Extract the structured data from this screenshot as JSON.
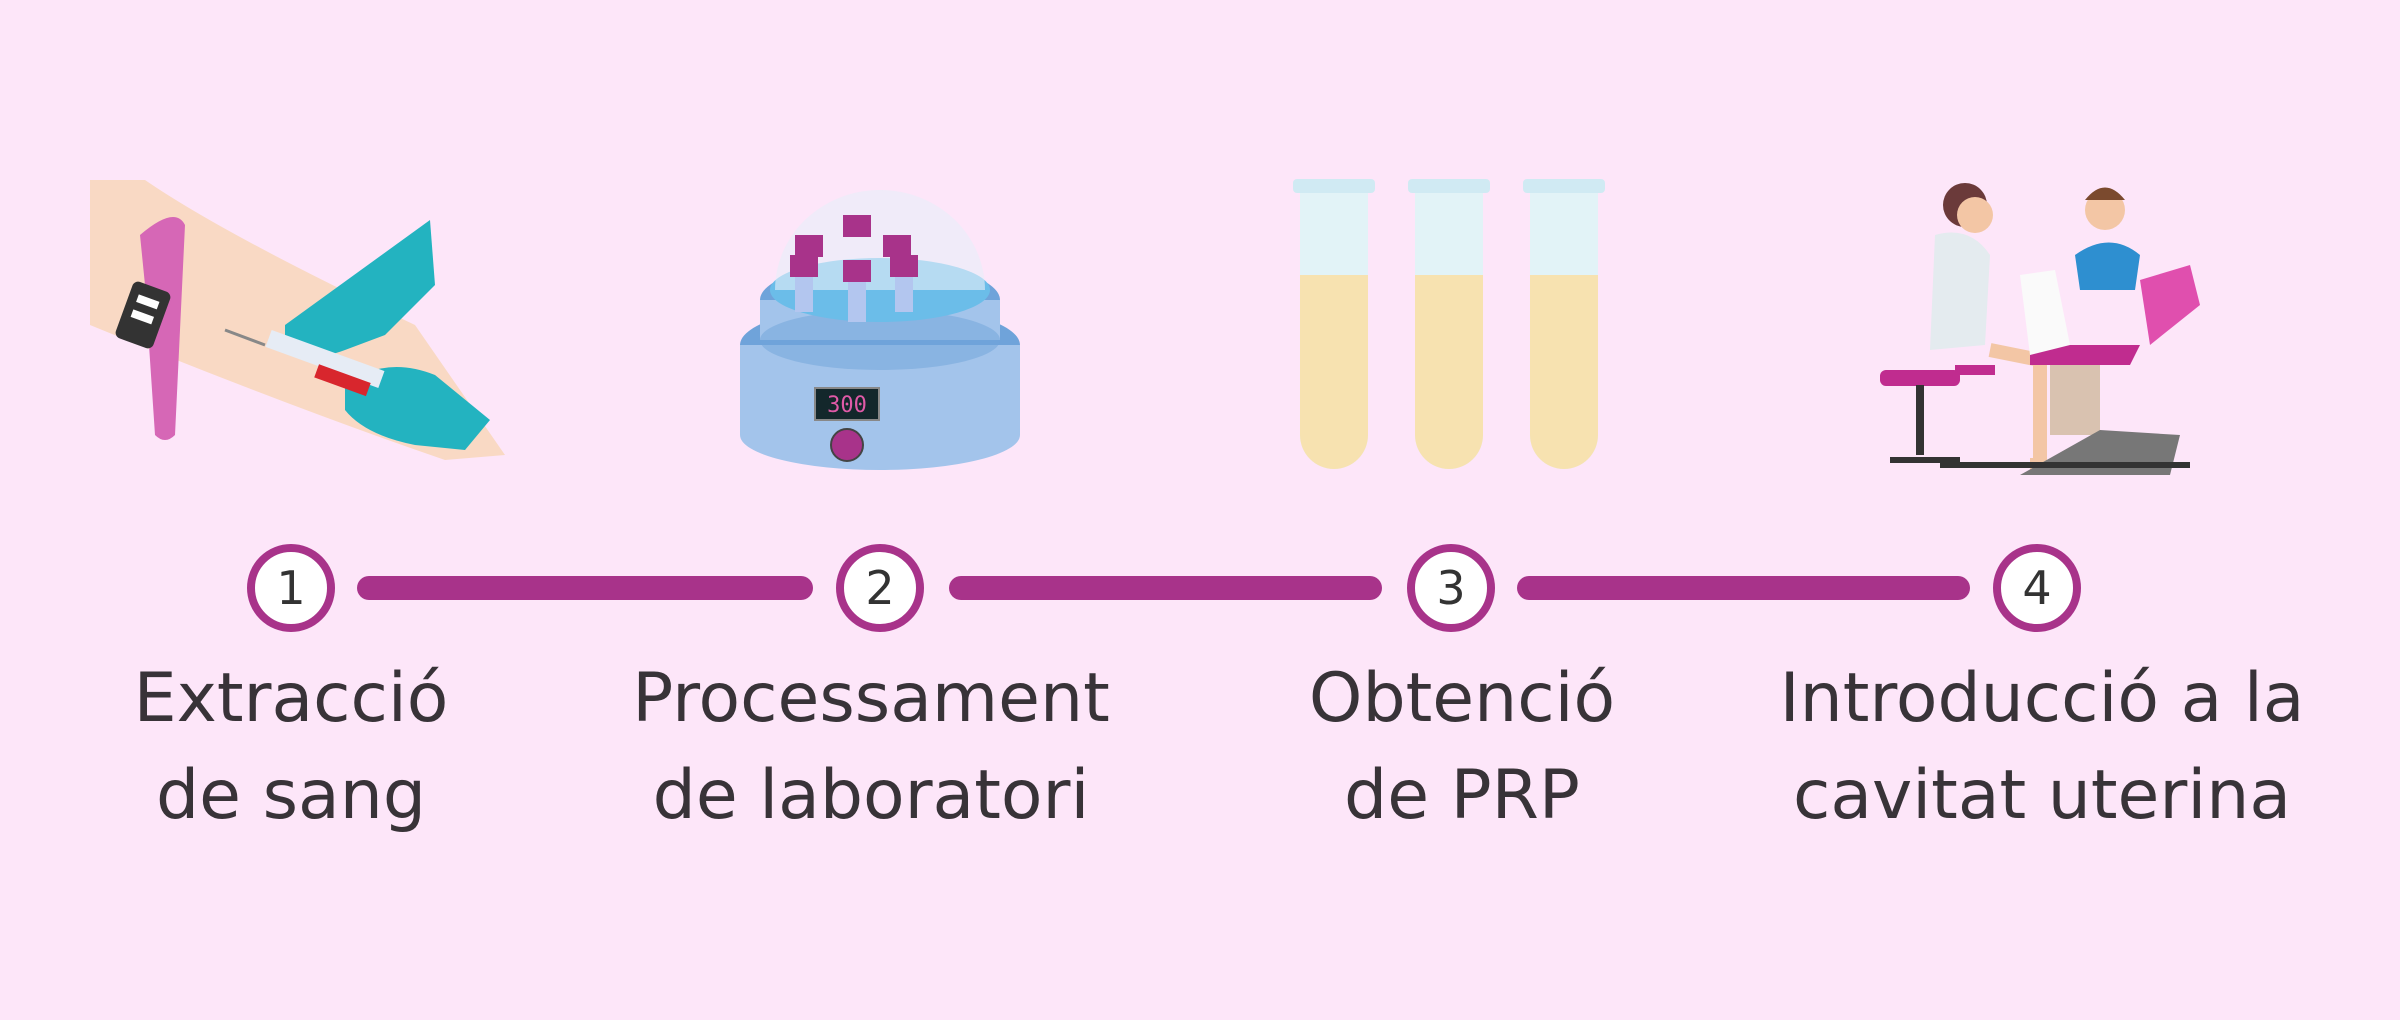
{
  "colors": {
    "background": "#fde6f9",
    "accent": "#a8338a",
    "text": "#383338"
  },
  "steps": [
    {
      "number": "1",
      "line1": "Extracció",
      "line2": "de sang",
      "icon": "blood-draw-icon"
    },
    {
      "number": "2",
      "line1": "Processament",
      "line2": "de laboratori",
      "icon": "centrifuge-icon"
    },
    {
      "number": "3",
      "line1": "Obtenció",
      "line2": "de PRP",
      "icon": "test-tubes-icon"
    },
    {
      "number": "4",
      "line1": "Introducció a la",
      "line2": "cavitat uterina",
      "icon": "gynecology-exam-icon"
    }
  ],
  "centrifuge_display": "300"
}
